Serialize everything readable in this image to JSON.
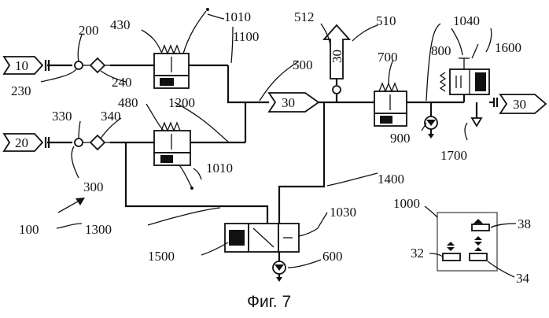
{
  "caption": "Фиг. 7",
  "inputs": {
    "top": "10",
    "bottom": "20"
  },
  "flow_labels": {
    "main": "30",
    "vent": "30",
    "outlet": "30"
  },
  "labels": {
    "l100": "100",
    "l200": "200",
    "l230": "230",
    "l240": "240",
    "l300": "300",
    "l330": "330",
    "l340": "340",
    "l430": "430",
    "l480": "480",
    "l500": "500",
    "l510": "510",
    "l512": "512",
    "l600": "600",
    "l700": "700",
    "l800": "800",
    "l900": "900",
    "l1000": "1000",
    "l1010a": "1010",
    "l1010b": "1010",
    "l1030": "1030",
    "l1040": "1040",
    "l1100": "1100",
    "l1200": "1200",
    "l1300": "1300",
    "l1400": "1400",
    "l1500": "1500",
    "l1600": "1600",
    "l1700": "1700",
    "l32": "32",
    "l34": "34",
    "l38": "38"
  }
}
